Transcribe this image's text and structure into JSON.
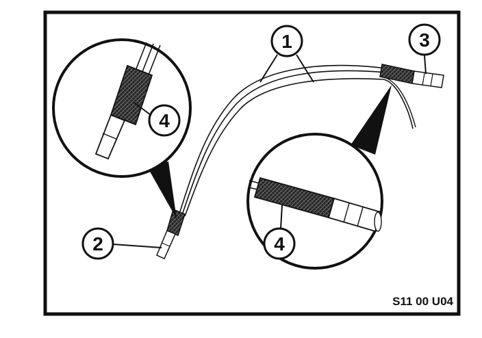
{
  "figure": {
    "code": "S11 00 U04",
    "callouts": [
      {
        "number": "1"
      },
      {
        "number": "2"
      },
      {
        "number": "3"
      },
      {
        "number": "4"
      },
      {
        "number": "4"
      }
    ]
  },
  "colors": {
    "ink": "#111111",
    "paper": "#ffffff",
    "shade": "#3a3a3a"
  }
}
